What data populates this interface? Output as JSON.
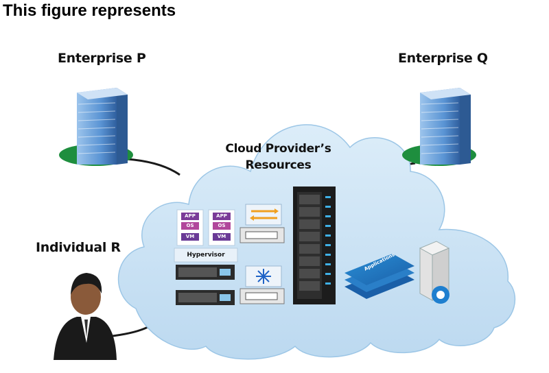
{
  "heading": "This figure represents",
  "enterprise_p": {
    "label": "Enterprise P"
  },
  "enterprise_q": {
    "label": "Enterprise Q"
  },
  "individual_r": {
    "label": "Individual R"
  },
  "cloud": {
    "title_line1": "Cloud Provider’s",
    "title_line2": "Resources",
    "color": "#c9e3f5",
    "outline": "#9cc6e6"
  },
  "vms": [
    {
      "app": "APP",
      "os": "OS",
      "vm": "VM"
    },
    {
      "app": "APP",
      "os": "OS",
      "vm": "VM"
    }
  ],
  "hypervisor_label": "Hypervisor",
  "applications_label": "Applications",
  "colors": {
    "building_blue": "#4f8fd1",
    "ground_green": "#1e8e3e",
    "rack_dark": "#1c1c1c",
    "rack_light": "#3fb0e6",
    "connector": "#1a1a1a"
  }
}
